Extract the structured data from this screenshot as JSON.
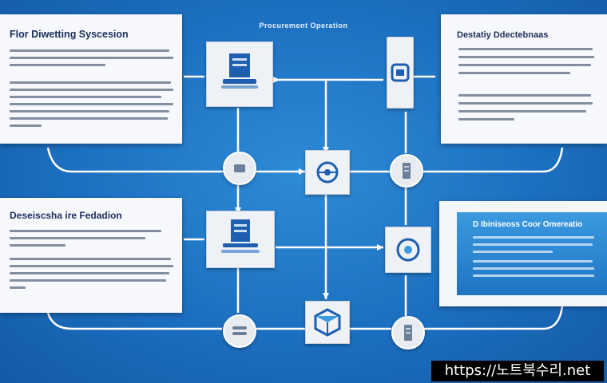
{
  "heading": "Procurement Operation",
  "panels": {
    "top_left": {
      "title": "Flor Diwetting Syscesion"
    },
    "bottom_left": {
      "title": "Deseiscsha ire Fedadion"
    },
    "top_right": {
      "title": "Destatiy Ddectebnaas"
    },
    "bottom_right": {
      "title": "D Ibiniseoss Coor Omereatio"
    }
  },
  "watermark": "https://노트북수리.net",
  "colors": {
    "background": "#1c6fc0",
    "panel": "#f6f8fb",
    "accent": "#1f5fb0",
    "highlight_panel": "#2a8ad4"
  }
}
